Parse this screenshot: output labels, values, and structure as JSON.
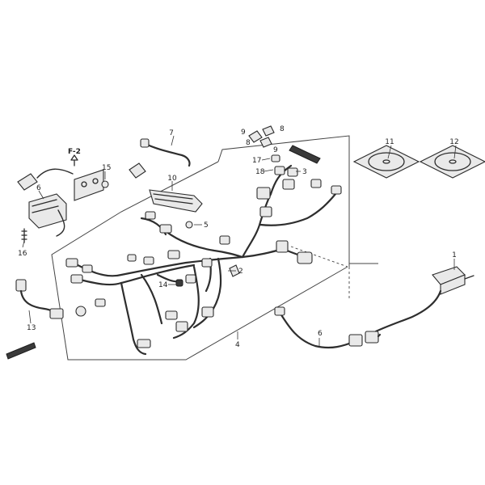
{
  "diagram": {
    "callouts": {
      "c1": "1",
      "c2": "2",
      "c3": "3",
      "c4": "4",
      "c5": "5",
      "c6": "6",
      "c7": "7",
      "c8": "8",
      "c8b": "8",
      "c9": "9",
      "c9b": "9",
      "c10": "10",
      "c11": "11",
      "c12": "12",
      "c13": "13",
      "c14": "14",
      "c15": "15",
      "c16": "16",
      "c17": "17",
      "c18": "18"
    },
    "reference_mark": "F-2",
    "colors": {
      "line": "#2b2b2b",
      "background": "#ffffff",
      "disc_fill": "#d9d9d9"
    }
  }
}
